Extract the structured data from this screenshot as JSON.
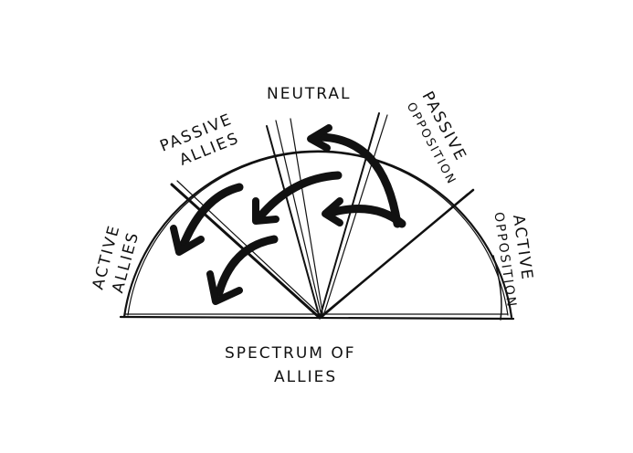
{
  "title": "SPECTRUM OF ALLIES",
  "title_lines": [
    "SPECTRUM OF",
    "ALLIES"
  ],
  "segments": [
    {
      "label": "ACTIVE ALLIES",
      "lines": [
        "ACTIVE",
        "ALLIES"
      ]
    },
    {
      "label": "PASSIVE ALLIES",
      "lines": [
        "PASSIVE",
        "ALLIES"
      ]
    },
    {
      "label": "NEUTRAL",
      "lines": [
        "NEUTRAL"
      ]
    },
    {
      "label": "PASSIVE OPPOSITION",
      "lines": [
        "PASSIVE",
        "OPPOSITION"
      ]
    },
    {
      "label": "ACTIVE OPPOSITION",
      "lines": [
        "ACTIVE",
        "OPPOSITION"
      ]
    }
  ]
}
